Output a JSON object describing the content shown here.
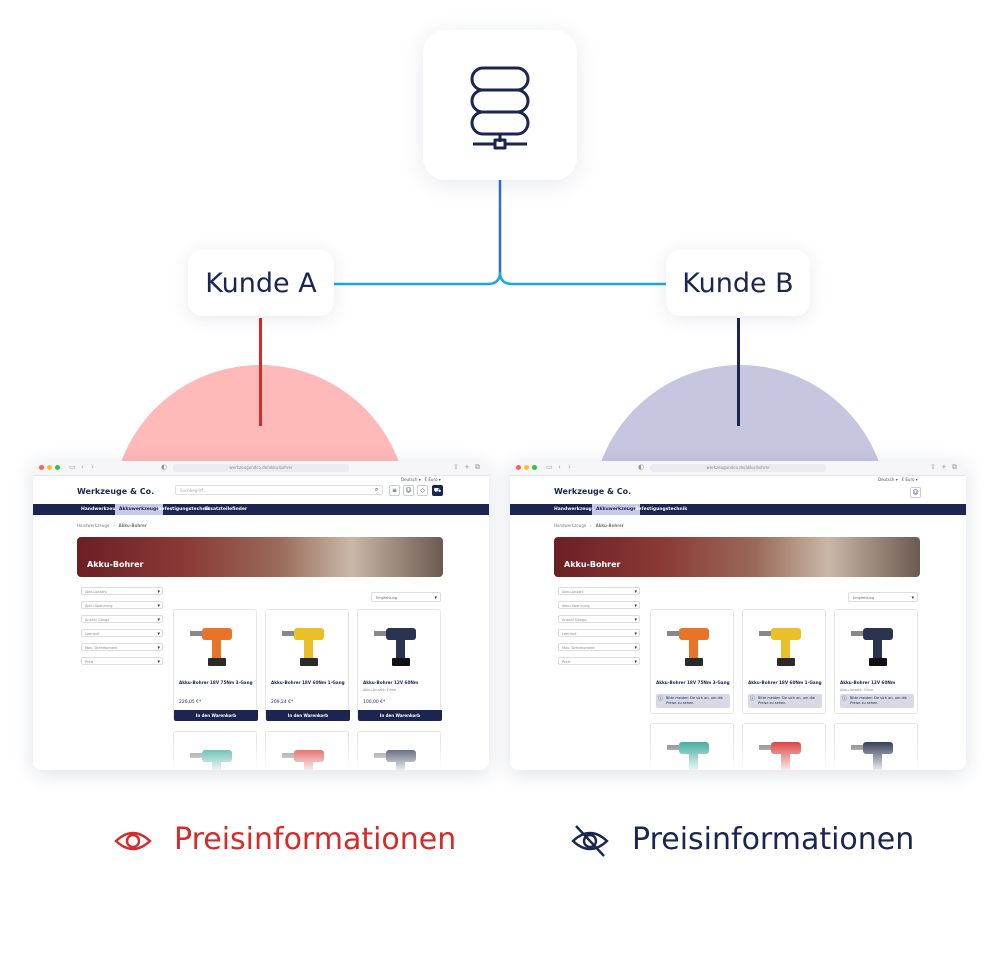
{
  "colors": {
    "navy": "#1b2550",
    "red": "#d42b2b",
    "sky": "#1ea6e6",
    "pink": "#ffb9b9",
    "lavender": "#c7c6e0"
  },
  "server": {
    "icon": "database-server-icon"
  },
  "customers": [
    {
      "label": "Kunde A"
    },
    {
      "label": "Kunde B"
    }
  ],
  "shop": {
    "logo": "Werkzeuge & Co.",
    "url_a": "werkzeugundco.de/akku-bohrer",
    "url_b": "werkzeugundco.de/akku-bohrer",
    "lang": "Deutsch ▾",
    "currency": "€ Euro ▾",
    "search_placeholder": "Suchbegriff...",
    "nav_a": [
      "Handwerkzeuge",
      "Akkuwerkzeuge",
      "Befestigungstechnik",
      "Ersatzteilefinder"
    ],
    "nav_b": [
      "Handwerkzeuge",
      "Akkuwerkzeuge",
      "Befestigungstechnik"
    ],
    "breadcrumb_root": "Handwerkzeuge",
    "breadcrumb_sep": "›",
    "breadcrumb_current": "Akku-Bohrer",
    "banner_title": "Akku-Bohrer",
    "filters": [
      "Akku-Anzahl",
      "Akku-Spannung",
      "Anzahl Gänge",
      "Leerlauf",
      "Max. Drehmoment",
      "Preis"
    ],
    "sort": "Empfehlung",
    "products": [
      {
        "name": "Akku-Bohrer 18V 75Nm 3-Gang",
        "sub": "",
        "price": "226,05 €*",
        "color": "#e8742a"
      },
      {
        "name": "Akku-Bohrer 18V 60Nm 1-Gang",
        "sub": "",
        "price": "209,24 €*",
        "color": "#e8c02a"
      },
      {
        "name": "Akku-Bohrer 12V 60Nm",
        "sub": "Akku-Anzahl: Ohne",
        "price": "100,00 €*",
        "color": "#2a3350"
      },
      {
        "name": "",
        "sub": "",
        "price": "",
        "color": "#3aa89a"
      },
      {
        "name": "",
        "sub": "",
        "price": "",
        "color": "#d83a3a"
      },
      {
        "name": "",
        "sub": "",
        "price": "",
        "color": "#2a3350"
      }
    ],
    "cart_label": "In den Warenkorb",
    "login_hint": "Bitte melden Sie sich an, um die Preise zu sehen."
  },
  "bottom": [
    {
      "label": "Preisinformationen",
      "icon": "eye-icon"
    },
    {
      "label": "Preisinformationen",
      "icon": "eye-slash-icon"
    }
  ]
}
